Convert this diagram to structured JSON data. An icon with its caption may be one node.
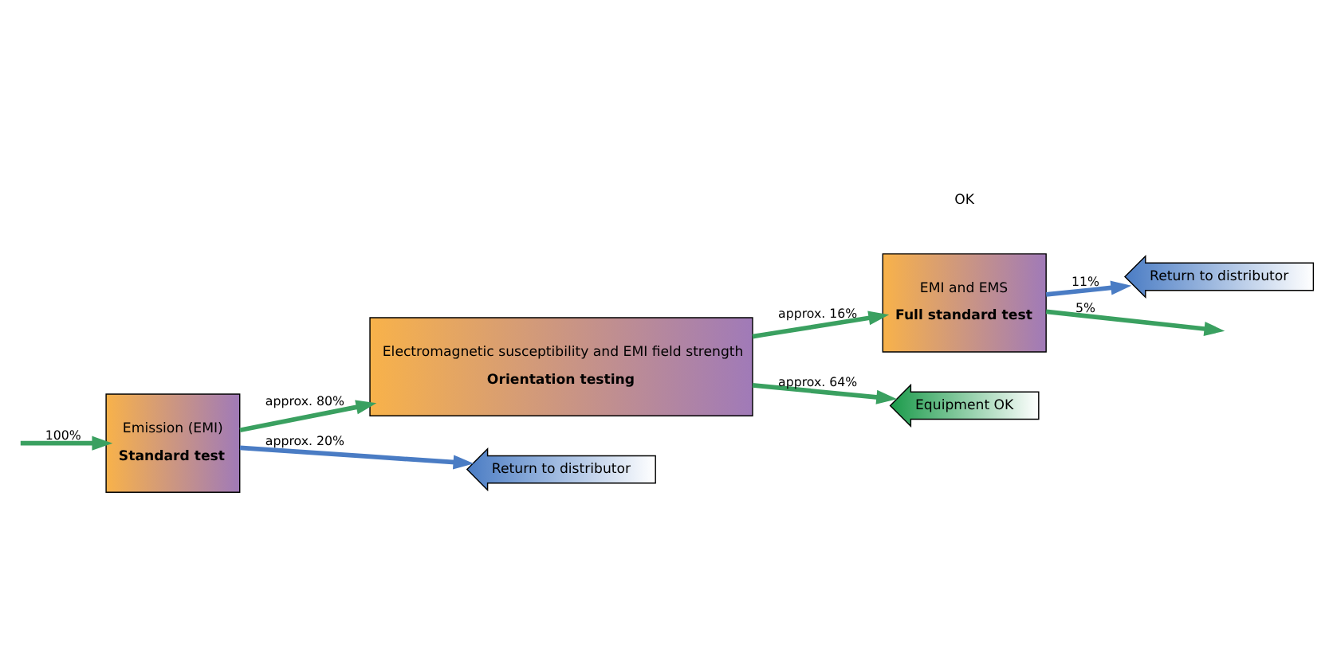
{
  "diagram": {
    "nodes": [
      {
        "text": [
          "Emission (EMI)",
          "Standard test"
        ]
      },
      {
        "text": [
          "Electromagnetic susceptibility and EMI field strength",
          "Orientation testing"
        ]
      },
      {
        "text": [
          "EMI and EMS",
          "Full standard test"
        ]
      },
      {
        "text": [
          "Return to distributor"
        ]
      },
      {
        "text": [
          "Equipment OK"
        ]
      },
      {
        "text": [
          "Return to distributor"
        ]
      }
    ],
    "edges": [
      {
        "from": null,
        "to": 0,
        "arrow": "to",
        "label": "100%"
      },
      {
        "from": 0,
        "to": 1,
        "arrow": "to",
        "label": "approx. 80%"
      },
      {
        "from": 1,
        "to": 2,
        "arrow": "to",
        "label": "approx. 16%"
      },
      {
        "from": 2,
        "to": null,
        "arrow": "to",
        "label": "5%"
      },
      {
        "from": 0,
        "to": 3,
        "arrow": "to",
        "label": "approx. 20%",
        "color": "#4a7cc4"
      },
      {
        "from": 1,
        "to": 4,
        "arrow": "to",
        "label": "approx. 64%"
      },
      {
        "from": 2,
        "to": 5,
        "arrow": "to",
        "label": "11%",
        "color": "#4a7cc4"
      }
    ],
    "labels": [
      "OK"
    ]
  }
}
